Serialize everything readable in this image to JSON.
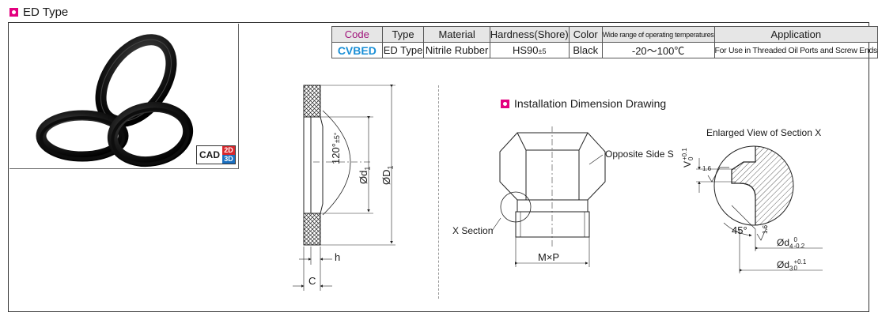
{
  "section_title": "ED Type",
  "cad_badge": {
    "label": "CAD",
    "badge_2d": "2D",
    "badge_3d": "3D"
  },
  "table": {
    "headers": [
      "Code",
      "Type",
      "Material",
      "Hardness(Shore)",
      "Color",
      "Wide range of operating temperatures",
      "Application"
    ],
    "row": {
      "code": "CVBED",
      "type": "ED Type",
      "material": "Nitrile Rubber",
      "hardness": "HS90",
      "hardness_tol": "±5",
      "color": "Black",
      "temperature": "-20～100℃",
      "application": "For Use in Threaded Oil Ports and Screw Ends"
    }
  },
  "left_drawing": {
    "angle_label": "120°",
    "angle_tol": "±5°",
    "inner_dia": "Ød",
    "inner_dia_sub": "1",
    "outer_dia": "ØD",
    "outer_dia_sub": "1",
    "h_label": "h",
    "c_label": "C"
  },
  "installation": {
    "title": "Installation Dimension Drawing",
    "opposite_side": "Opposite Side S",
    "x_section": "X Section",
    "thread": "M×P"
  },
  "enlarged": {
    "title": "Enlarged View of Section X",
    "v_label": "V",
    "v_tol_upper": "+0.1",
    "v_tol_lower": "0",
    "roughness_1": "1.6",
    "roughness_2": "1.6",
    "angle": "45°",
    "d4_label": "Ød",
    "d4_sub": "4",
    "d4_tol_upper": "0",
    "d4_tol_lower": "-0.2",
    "d3_label": "Ød",
    "d3_sub": "3",
    "d3_tol_upper": "+0.1",
    "d3_tol_lower": "0"
  }
}
